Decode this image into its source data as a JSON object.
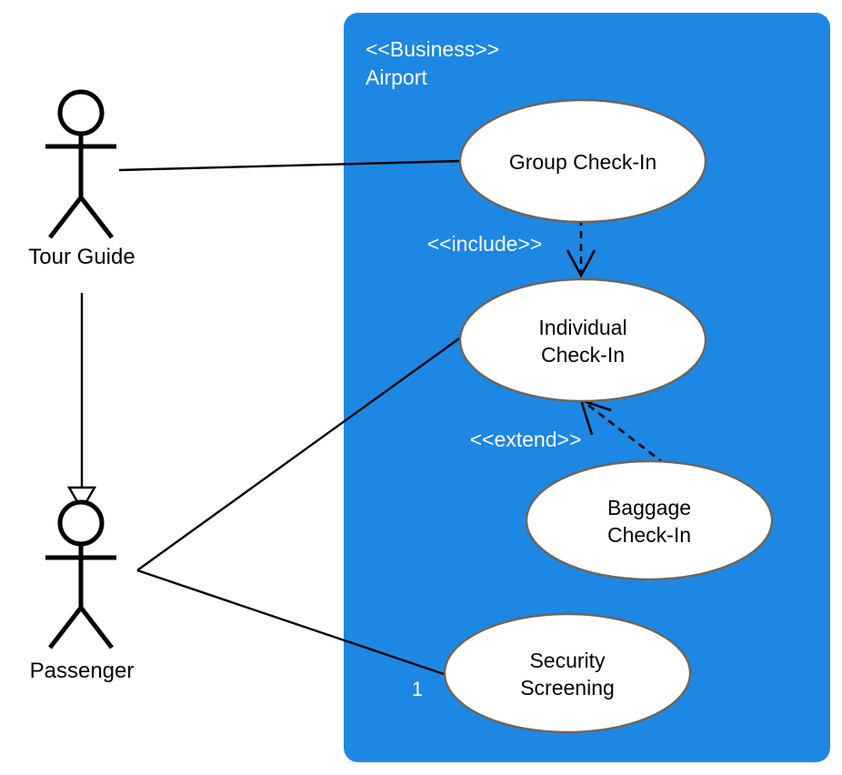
{
  "diagram": {
    "title_stereotype": "<<Business>>",
    "title_name": "Airport",
    "boundary_color": "#1d87e4",
    "ellipse_fill": "#ffffff",
    "ellipse_stroke": "#6e6459",
    "line_color": "#000000",
    "label_color": "#ffffff"
  },
  "actors": [
    {
      "id": "tour-guide",
      "label": "Tour Guide"
    },
    {
      "id": "passenger",
      "label": "Passenger"
    }
  ],
  "use_cases": [
    {
      "id": "group-check-in",
      "line1": "Group Check-In",
      "line2": ""
    },
    {
      "id": "individual-check-in",
      "line1": "Individual",
      "line2": "Check-In"
    },
    {
      "id": "baggage-check-in",
      "line1": "Baggage",
      "line2": "Check-In"
    },
    {
      "id": "security-screening",
      "line1": "Security",
      "line2": "Screening"
    }
  ],
  "relationships": [
    {
      "id": "include",
      "label": "<<include>>",
      "from": "group-check-in",
      "to": "individual-check-in",
      "style": "dashed"
    },
    {
      "id": "extend",
      "label": "<<extend>>",
      "from": "baggage-check-in",
      "to": "individual-check-in",
      "style": "dashed"
    },
    {
      "id": "generalization",
      "label": "",
      "from": "passenger",
      "to": "tour-guide",
      "style": "solid"
    },
    {
      "id": "assoc-tourguide-group",
      "label": "",
      "from": "tour-guide",
      "to": "group-check-in",
      "style": "solid"
    },
    {
      "id": "assoc-passenger-individual",
      "label": "",
      "from": "passenger",
      "to": "individual-check-in",
      "style": "solid"
    },
    {
      "id": "assoc-passenger-security",
      "label": "",
      "from": "passenger",
      "to": "security-screening",
      "style": "solid"
    }
  ],
  "multiplicities": [
    {
      "id": "security-multiplicity",
      "value": "1"
    }
  ]
}
